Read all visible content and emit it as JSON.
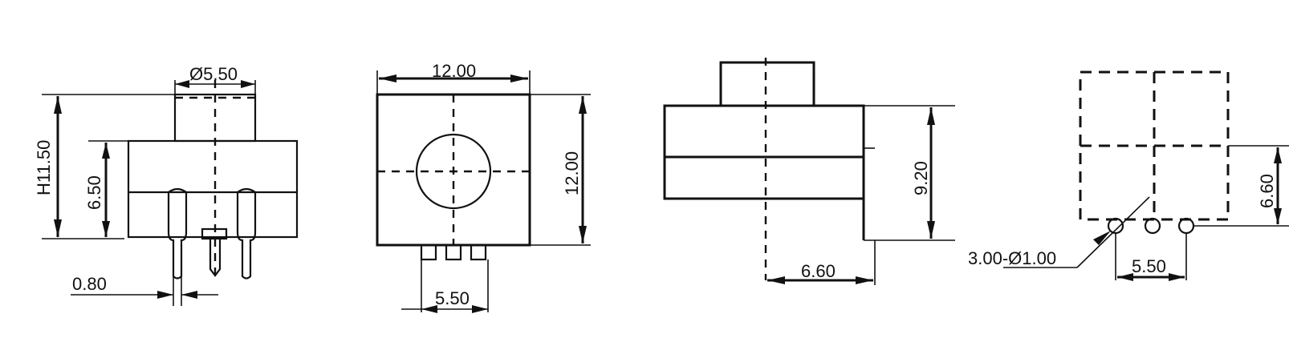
{
  "views": {
    "side": {
      "diameter_label": "Ø5.50",
      "height_label": "H11.50",
      "body_height_label": "6.50",
      "pin_width_label": "0.80"
    },
    "front": {
      "width_label": "12.00",
      "height_label": "12.00",
      "pin_pitch_label": "5.50"
    },
    "profile": {
      "height_label": "9.20",
      "offset_label": "6.60"
    },
    "footprint": {
      "height_label": "6.60",
      "holes_label": "3.00-Ø1.00",
      "pitch_label": "5.50"
    }
  }
}
